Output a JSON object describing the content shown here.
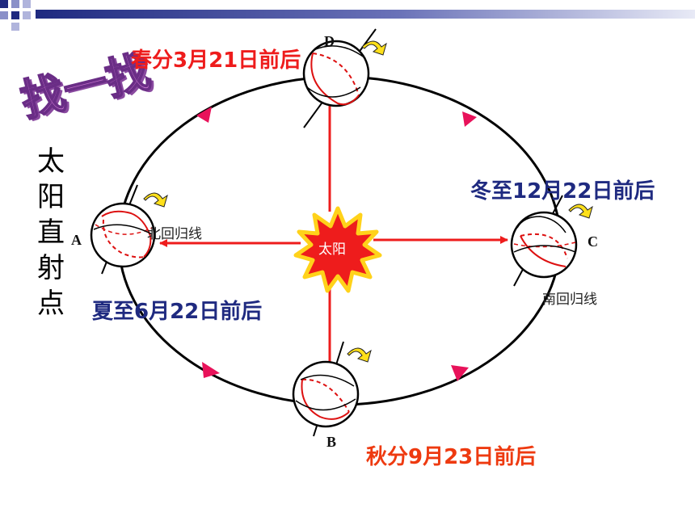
{
  "slide": {
    "badge": "找一找",
    "sun_label": "太阳",
    "side_title": "太阳直射点"
  },
  "positions": {
    "A": {
      "letter": "A",
      "tropic": "北回归线",
      "label": "夏至6月22日前后"
    },
    "B": {
      "letter": "B",
      "label": "秋分9月23日前后"
    },
    "C": {
      "letter": "C",
      "tropic": "南回归线",
      "label": "冬至12月22日前后"
    },
    "D": {
      "letter": "D",
      "label": "春分3月21日前后"
    }
  },
  "colors": {
    "orbit": "#000000",
    "arrow": "#ee1c1c",
    "sun_fill": "#ee1c1c",
    "sun_glow": "#ffd21a",
    "orbit_marker": "#e8125a",
    "banner_dark": "#1f2a80",
    "banner_mid": "#8a90c8",
    "latitude": "#dd1111"
  }
}
